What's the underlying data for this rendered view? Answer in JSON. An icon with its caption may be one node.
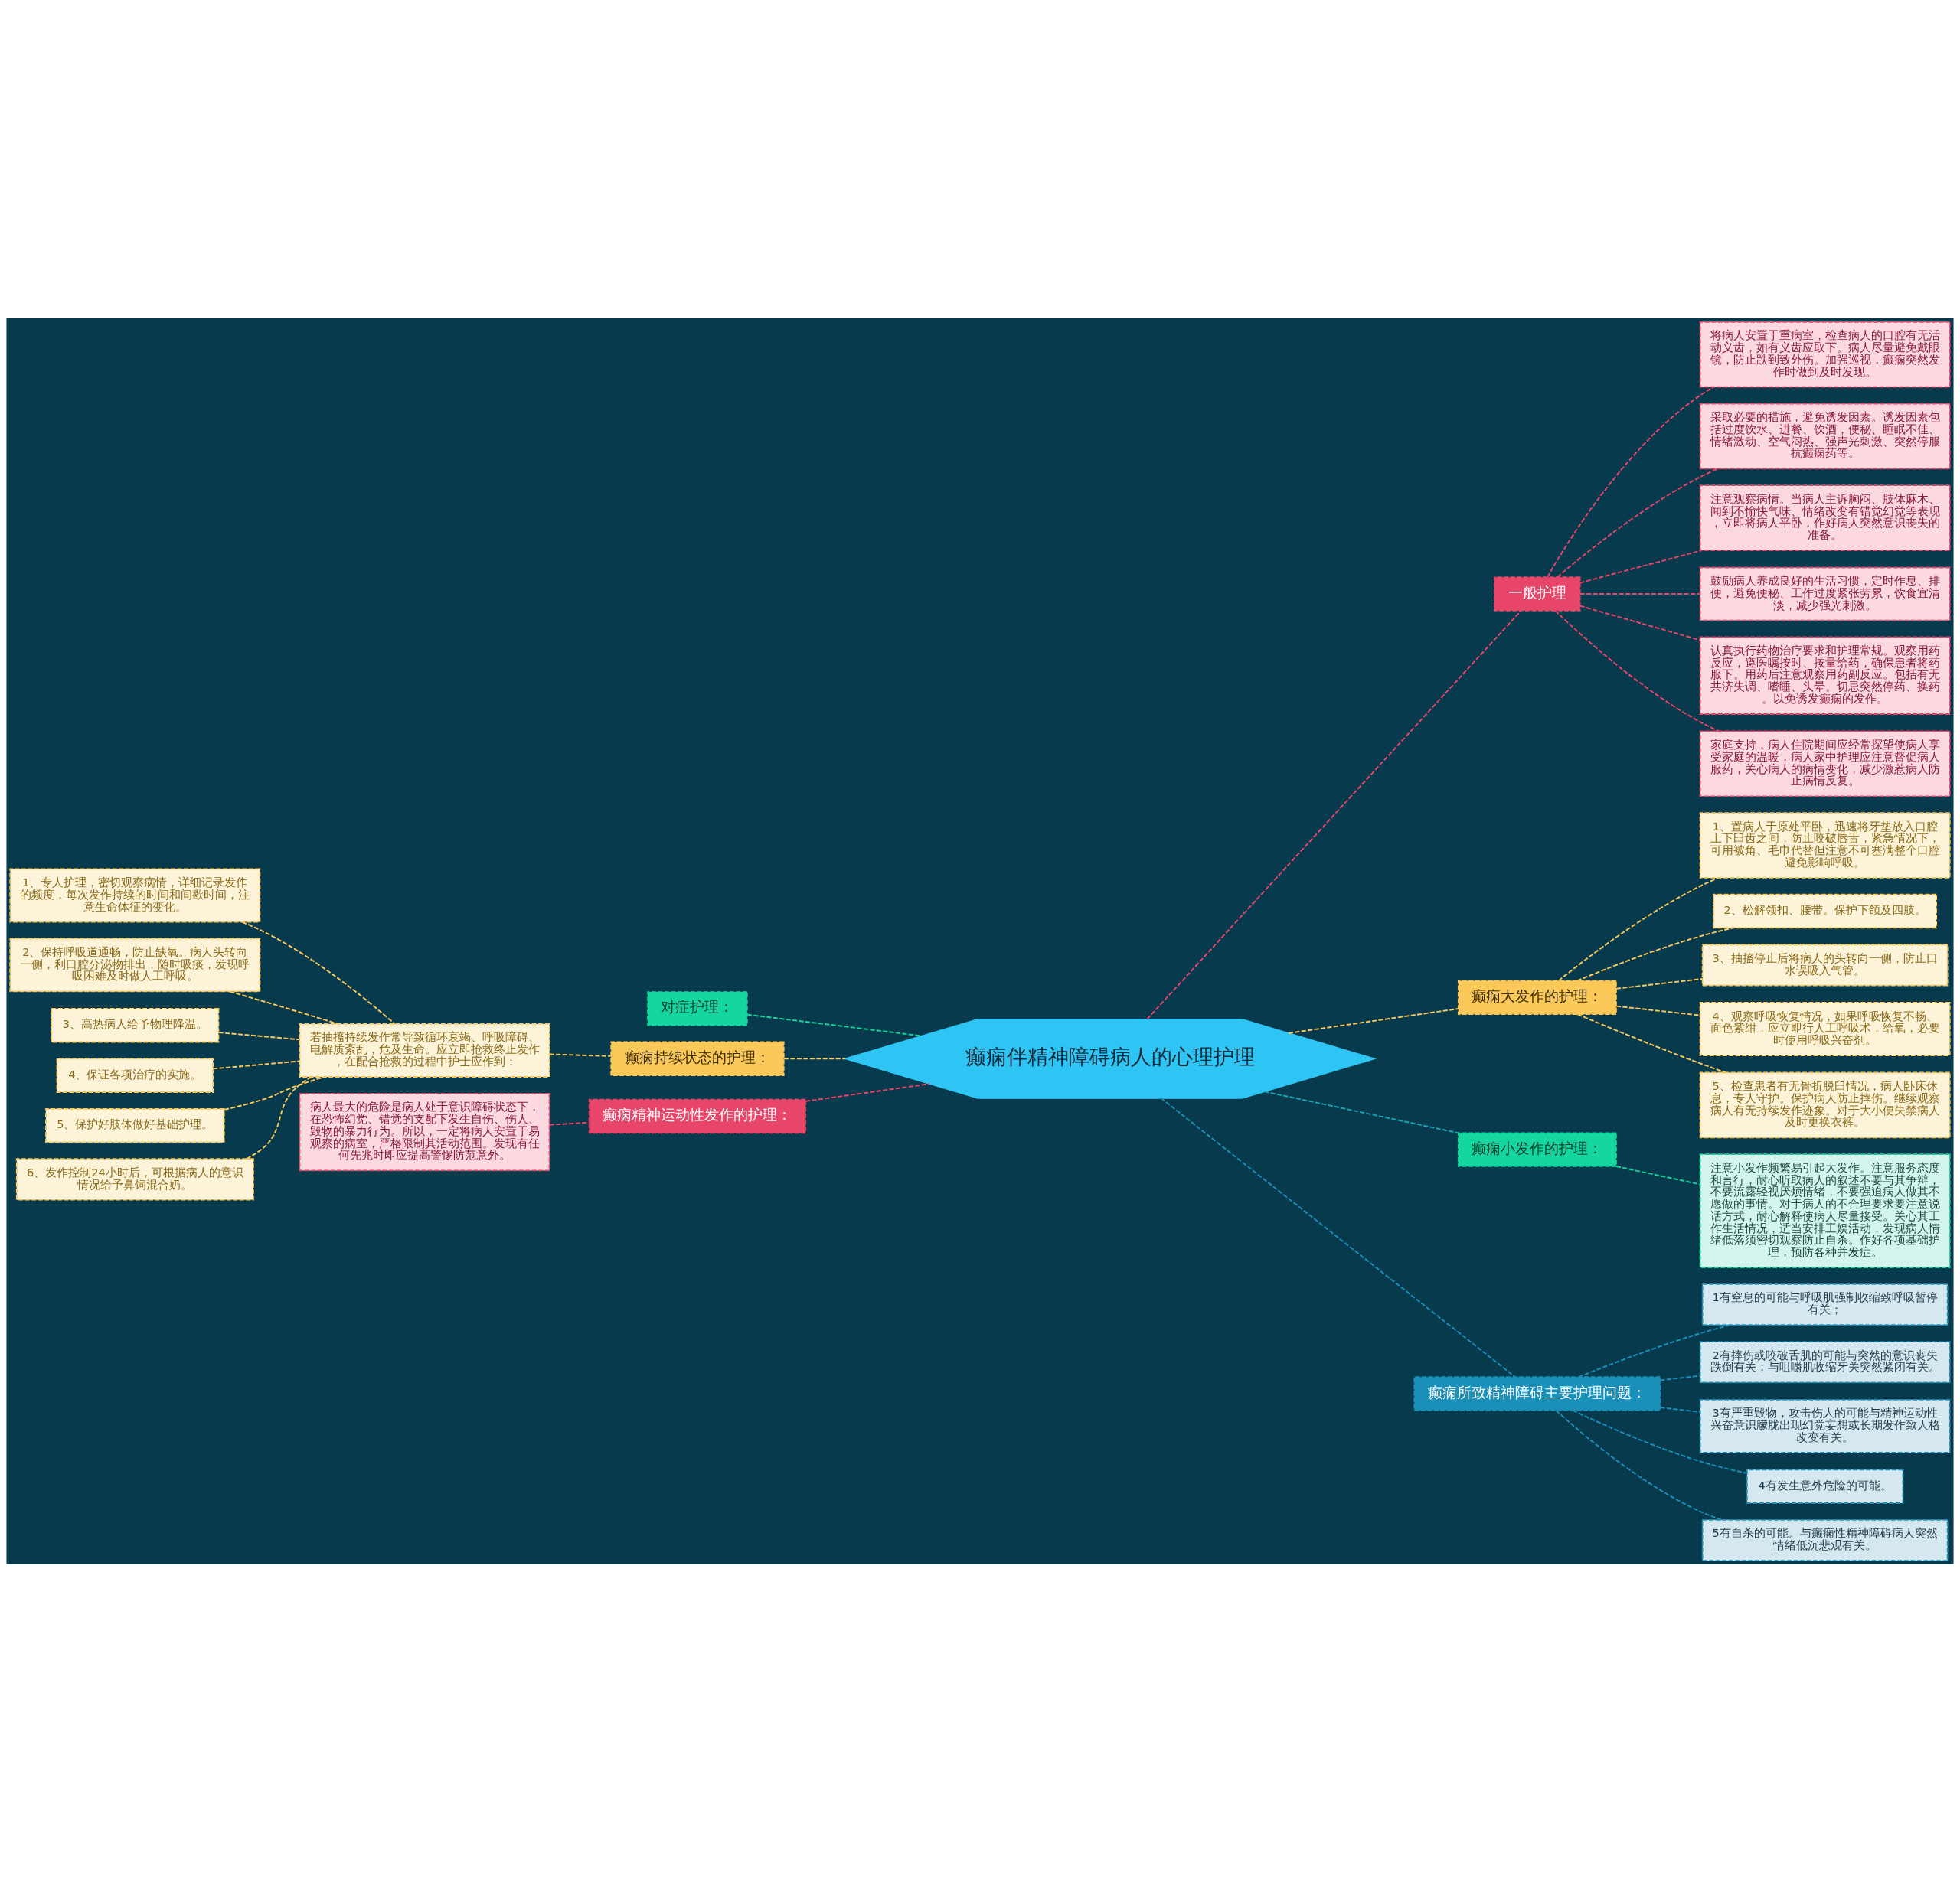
{
  "diagram": {
    "nodes": [
      {
        "text": [
          "癫痫伴精神障碍病人的心理护理"
        ]
      },
      {
        "text": [
          "一般护理"
        ]
      },
      {
        "text": [
          "将病人安置于重病室，检查病人的口腔有无活动义齿，如有义齿应取下。病人尽量避免戴眼镜，防止跌到致外伤。加强巡视，癫痫突然发作时做到及时发现。"
        ]
      },
      {
        "text": [
          "采取必要的措施，避免诱发因素。诱发因素包括过度饮水、进餐、饮酒，便秘、睡眠不佳、情绪激动、空气闷热、强声光刺激、突然停服抗癫痫药等。"
        ]
      },
      {
        "text": [
          "注意观察病情。当病人主诉胸闷、肢体麻木、闻到不愉快气味、情绪改变有错觉幻觉等表现，立即将病人平卧，作好病人突然意识丧失的准备。"
        ]
      },
      {
        "text": [
          "鼓励病人养成良好的生活习惯，定时作息、排便，避免便秘、工作过度紧张劳累，饮食宜清淡，减少强光刺激。"
        ]
      },
      {
        "text": [
          "认真执行药物治疗要求和护理常规。观察用药反应，遵医嘱按时、按量给药，确保患者将药服下。用药后注意观察用药副反应。包括有无共济失调、嗜睡、头晕。切忌突然停药、换药。以免诱发癫痫的发作。"
        ]
      },
      {
        "text": [
          "家庭支持，病人住院期间应经常探望使病人享受家庭的温暖，病人家中护理应注意督促病人服药，关心病人的病情变化，减少激惹病人防止病情反复。"
        ]
      },
      {
        "text": [
          "癫痫大发作的护理："
        ]
      },
      {
        "text": [
          "1、置病人于原处平卧，迅速将牙垫放入口腔上下臼齿之间，防止咬破唇舌，紧急情况下，可用被角、毛巾代替但注意不可塞满整个口腔避免影响呼吸。"
        ]
      },
      {
        "text": [
          "2、松解领扣、腰带。保护下颌及四肢。"
        ]
      },
      {
        "text": [
          "3、抽搐停止后将病人的头转向一侧，防止口水误吸入气管。"
        ]
      },
      {
        "text": [
          "4、观察呼吸恢复情况，如果呼吸恢复不畅、面色紫绀，应立即行人工呼吸术，给氧，必要时使用呼吸兴奋剂。"
        ]
      },
      {
        "text": [
          "5、检查患者有无骨折脱臼情况，病人卧床休息，专人守护。保护病人防止摔伤。继续观察病人有无持续发作迹象。对于大小便失禁病人及时更换衣裤。"
        ]
      },
      {
        "text": [
          "癫痫小发作的护理："
        ]
      },
      {
        "text": [
          "注意小发作频繁易引起大发作。注意服务态度和言行，耐心听取病人的叙述不要与其争辩，不要流露轻视厌烦情绪，不要强迫病人做其不愿做的事情。对于病人的不合理要求要注意说话方式，耐心解释使病人尽量接受。关心其工作生活情况，适当安排工娱活动，发现病人情绪低落须密切观察防止自杀。作好各项基础护理，预防各种并发症。"
        ]
      },
      {
        "text": [
          "癫痫所致精神障碍主要护理问题："
        ]
      },
      {
        "text": [
          "1有窒息的可能与呼吸肌强制收缩致呼吸暂停有关；"
        ]
      },
      {
        "text": [
          "2有摔伤或咬破舌肌的可能与突然的意识丧失跌倒有关；与咀嚼肌收缩牙关突然紧闭有关。"
        ]
      },
      {
        "text": [
          "3有严重毁物，攻击伤人的可能与精神运动性兴奋意识朦胧出现幻觉妄想或长期发作致人格改变有关。"
        ]
      },
      {
        "text": [
          "4有发生意外危险的可能。"
        ]
      },
      {
        "text": [
          "5有自杀的可能。与癫痫性精神障碍病人突然情绪低沉悲观有关。"
        ]
      },
      {
        "text": [
          "对症护理："
        ]
      },
      {
        "text": [
          "癫痫持续状态的护理："
        ]
      },
      {
        "text": [
          "若抽搐持续发作常导致循环衰竭、呼吸障碍、电解质紊乱，危及生命。应立即抢救终止发作，在配合抢救的过程中护士应作到："
        ]
      },
      {
        "text": [
          "1、专人护理，密切观察病情，详细记录发作的频度，每次发作持续的时间和间歇时间，注意生命体征的变化。"
        ]
      },
      {
        "text": [
          "2、保持呼吸道通畅，防止缺氧。病人头转向一侧，利口腔分泌物排出，随时吸痰，发现呼吸困难及时做人工呼吸。"
        ]
      },
      {
        "text": [
          "3、高热病人给予物理降温。"
        ]
      },
      {
        "text": [
          "4、保证各项治疗的实施。"
        ]
      },
      {
        "text": [
          "5、保护好肢体做好基础护理。"
        ]
      },
      {
        "text": [
          "6、发作控制24小时后，可根据病人的意识情况给予鼻饲混合奶。"
        ]
      },
      {
        "text": [
          "癫痫精神运动性发作的护理："
        ]
      },
      {
        "text": [
          "病人最大的危险是病人处于意识障碍状态下，在恐怖幻觉、错觉的支配下发生自伤、伤人、毁物的暴力行为。所以，一定将病人安置于易观察的病室，严格限制其活动范围。发现有任何先兆时即应提高警惕防范意外。"
        ]
      }
    ],
    "edges": [
      {
        "from": 0,
        "to": 1,
        "arrow": "none",
        "style": "dashed",
        "color": "#e8456b"
      },
      {
        "from": 1,
        "to": 2,
        "arrow": "none",
        "style": "dashed",
        "color": "#e8456b"
      },
      {
        "from": 1,
        "to": 3,
        "arrow": "none",
        "style": "dashed",
        "color": "#e8456b"
      },
      {
        "from": 1,
        "to": 4,
        "arrow": "none",
        "style": "dashed",
        "color": "#e8456b"
      },
      {
        "from": 1,
        "to": 5,
        "arrow": "none",
        "style": "dashed",
        "color": "#e8456b"
      },
      {
        "from": 1,
        "to": 6,
        "arrow": "none",
        "style": "dashed",
        "color": "#e8456b"
      },
      {
        "from": 1,
        "to": 7,
        "arrow": "none",
        "style": "dashed",
        "color": "#e8456b"
      },
      {
        "from": 0,
        "to": 8,
        "arrow": "none",
        "style": "dashed",
        "color": "#fbc85a"
      },
      {
        "from": 8,
        "to": 9,
        "arrow": "none",
        "style": "dashed",
        "color": "#fbc85a"
      },
      {
        "from": 8,
        "to": 10,
        "arrow": "none",
        "style": "dashed",
        "color": "#fbc85a"
      },
      {
        "from": 8,
        "to": 11,
        "arrow": "none",
        "style": "dashed",
        "color": "#fbc85a"
      },
      {
        "from": 8,
        "to": 12,
        "arrow": "none",
        "style": "dashed",
        "color": "#fbc85a"
      },
      {
        "from": 8,
        "to": 13,
        "arrow": "none",
        "style": "dashed",
        "color": "#fbc85a"
      },
      {
        "from": 0,
        "to": 14,
        "arrow": "none",
        "style": "dashed",
        "color": "#16a6b8"
      },
      {
        "from": 14,
        "to": 15,
        "arrow": "none",
        "style": "dashed",
        "color": "#16d6a0"
      },
      {
        "from": 0,
        "to": 16,
        "arrow": "none",
        "style": "dashed",
        "color": "#1a8fb8"
      },
      {
        "from": 16,
        "to": 17,
        "arrow": "none",
        "style": "dashed",
        "color": "#1a8fb8"
      },
      {
        "from": 16,
        "to": 18,
        "arrow": "none",
        "style": "dashed",
        "color": "#1a8fb8"
      },
      {
        "from": 16,
        "to": 19,
        "arrow": "none",
        "style": "dashed",
        "color": "#1a8fb8"
      },
      {
        "from": 16,
        "to": 20,
        "arrow": "none",
        "style": "dashed",
        "color": "#1a8fb8"
      },
      {
        "from": 16,
        "to": 21,
        "arrow": "none",
        "style": "dashed",
        "color": "#1a8fb8"
      },
      {
        "from": 22,
        "to": 0,
        "arrow": "none",
        "style": "dashed",
        "color": "#16d6a0"
      },
      {
        "from": 23,
        "to": 0,
        "arrow": "none",
        "style": "dashed",
        "color": "#fbc85a"
      },
      {
        "from": 24,
        "to": 23,
        "arrow": "none",
        "style": "dashed",
        "color": "#fbc85a"
      },
      {
        "from": 25,
        "to": 24,
        "arrow": "none",
        "style": "dashed",
        "color": "#fbc85a"
      },
      {
        "from": 26,
        "to": 24,
        "arrow": "none",
        "style": "dashed",
        "color": "#fbc85a"
      },
      {
        "from": 27,
        "to": 24,
        "arrow": "none",
        "style": "dashed",
        "color": "#fbc85a"
      },
      {
        "from": 28,
        "to": 24,
        "arrow": "none",
        "style": "dashed",
        "color": "#fbc85a"
      },
      {
        "from": 29,
        "to": 24,
        "arrow": "none",
        "style": "dashed",
        "color": "#fbc85a"
      },
      {
        "from": 30,
        "to": 24,
        "arrow": "none",
        "style": "dashed",
        "color": "#fbc85a"
      },
      {
        "from": 31,
        "to": 0,
        "arrow": "none",
        "style": "dashed",
        "color": "#e8456b"
      },
      {
        "from": 32,
        "to": 31,
        "arrow": "none",
        "style": "dashed",
        "color": "#e8456b"
      }
    ]
  }
}
